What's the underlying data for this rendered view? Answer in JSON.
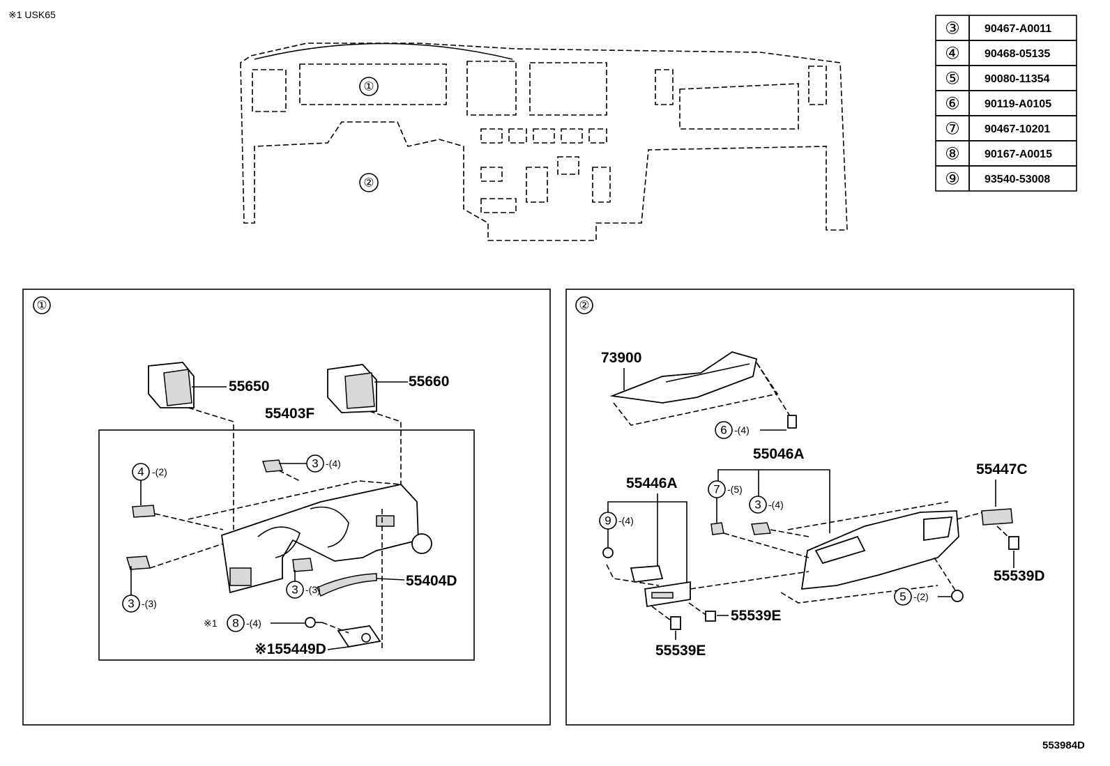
{
  "header_note": "※1 USK65",
  "diagram_id": "553984D",
  "overview": {
    "callout_1": "①",
    "callout_2": "②"
  },
  "parts_table": [
    {
      "ref": "③",
      "part_no": "90467-A0011"
    },
    {
      "ref": "④",
      "part_no": "90468-05135"
    },
    {
      "ref": "⑤",
      "part_no": "90080-11354"
    },
    {
      "ref": "⑥",
      "part_no": "90119-A0105"
    },
    {
      "ref": "⑦",
      "part_no": "90467-10201"
    },
    {
      "ref": "⑧",
      "part_no": "90167-A0015"
    },
    {
      "ref": "⑨",
      "part_no": "93540-53008"
    }
  ],
  "panel_1": {
    "title": "①",
    "labels": {
      "p55650": "55650",
      "p55660": "55660",
      "p55403f": "55403F",
      "p55404d": "55404D",
      "p55449d": "※155449D",
      "c4_qty": "④-(2)",
      "c3a_qty": "③-(4)",
      "c3b_qty": "③-(3)",
      "c3c_qty": "③-(3)",
      "c8_qty": "※1⑧-(4)"
    },
    "callouts": {
      "c4": "4",
      "c3a": "3",
      "c3b": "3",
      "c3c": "3",
      "c8": "8",
      "q4": "-(2)",
      "q3a": "-(4)",
      "q3b": "-(3)",
      "q3c": "-(3)",
      "q8": "-(4)",
      "note8": "※1"
    }
  },
  "panel_2": {
    "title": "②",
    "labels": {
      "p73900": "73900",
      "p55046a": "55046A",
      "p55446a": "55446A",
      "p55447c": "55447C",
      "p55539d": "55539D",
      "p55539e_a": "55539E",
      "p55539e_b": "55539E"
    },
    "callouts": {
      "c6": "6",
      "q6": "-(4)",
      "c7": "7",
      "q7": "-(5)",
      "c3": "3",
      "q3": "-(4)",
      "c9": "9",
      "q9": "-(4)",
      "c5": "5",
      "q5": "-(2)"
    }
  }
}
